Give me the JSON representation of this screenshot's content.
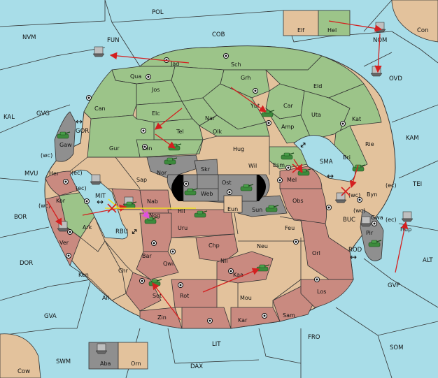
{
  "colors": {
    "sea": "#a8dde8",
    "green": "#9cc489",
    "tan": "#e3c29c",
    "red": "#c98a80",
    "gray": "#8f8f8f",
    "border": "#333333",
    "order_red": "#d42020",
    "order_yellow": "#f0e020",
    "order_pink": "#e050e0",
    "army": "#3c8a3c"
  },
  "seas": {
    "POL": "POL",
    "NVM": "NVM",
    "FUN": "FUN",
    "COB": "COB",
    "NOM": "NOM",
    "Con": "Con",
    "OVD": "OVD",
    "KAL": "KAL",
    "GVG": "GVG",
    "GOR": "GOR",
    "KAM": "KAM",
    "SMA": "SMA",
    "MVU": "MVU",
    "TEI": "TEI",
    "MIT": "MIT",
    "BOR": "BOR",
    "RBU": "RBU",
    "BUC": "BUC",
    "ROD": "ROD",
    "DOR": "DOR",
    "ALT": "ALT",
    "GVP": "GVP",
    "GVA": "GVA",
    "FRO": "FRO",
    "SOM": "SOM",
    "LIT": "LIT",
    "SWM": "SWM",
    "DAX": "DAX",
    "Cow": "Cow"
  },
  "lands": {
    "Elf": "Elf",
    "Hel": "Hel",
    "Jad": "Jad",
    "Sch": "Sch",
    "Qua": "Qua",
    "Jos": "Jos",
    "Grh": "Grh",
    "Eld": "Eld",
    "Can": "Can",
    "Ybt": "Ybt",
    "Car": "Car",
    "Uta": "Uta",
    "Elc": "Elc",
    "Nar": "Nar",
    "Amp": "Amp",
    "Kat": "Kat",
    "Tel": "Tel",
    "Olk": "Olk",
    "Gaw": "Gaw",
    "Gur": "Gur",
    "Lan": "Lan",
    "Hug": "Hug",
    "Rie": "Rie",
    "Bri": "Bri",
    "Esm": "Esm",
    "Wil": "Wil",
    "Nor": "Nor",
    "Skr": "Skr",
    "Her": "Her",
    "Sap": "Sap",
    "Ost": "Ost",
    "Mel": "Mel",
    "Web": "Web",
    "Byn": "Byn",
    "Kor": "Kor",
    "Nab": "Nab",
    "Obs": "Obs",
    "Eun": "Eun",
    "Sun": "Sun",
    "Hil": "Hil",
    "Gwa": "Gwa",
    "Ark": "Ark",
    "Nog": "Nog",
    "Uru": "Uru",
    "Feu": "Feu",
    "Pir": "Pir",
    "Hup": "Hup",
    "Ver": "Ver",
    "Chp": "Chp",
    "Neu": "Neu",
    "Orl": "Orl",
    "Bar": "Bar",
    "Qwi": "Qwi",
    "Nil": "Nil",
    "Ken": "Ken",
    "Chr": "Chr",
    "Kaa": "Kaa",
    "Ail": "Ail",
    "Sot": "Sot",
    "Rot": "Rot",
    "Mou": "Mou",
    "Los": "Los",
    "Zin": "Zin",
    "Kar": "Kar",
    "Sam": "Sam",
    "Aba": "Aba",
    "Orn": "Orn"
  },
  "coast_tags": {
    "wc1": "(wc)",
    "ec1": "(ec)",
    "ec2": "(ec)",
    "wc2": "(wc)",
    "wc3": "(wc)",
    "ec3": "(ec)",
    "wc4": "(wc)",
    "ec4": "(ec)"
  },
  "arrows": {
    "gor": "↔",
    "sma": "↔",
    "rod": "↔",
    "mit": "↔",
    "rbu": "↔",
    "sma2": "↔"
  }
}
